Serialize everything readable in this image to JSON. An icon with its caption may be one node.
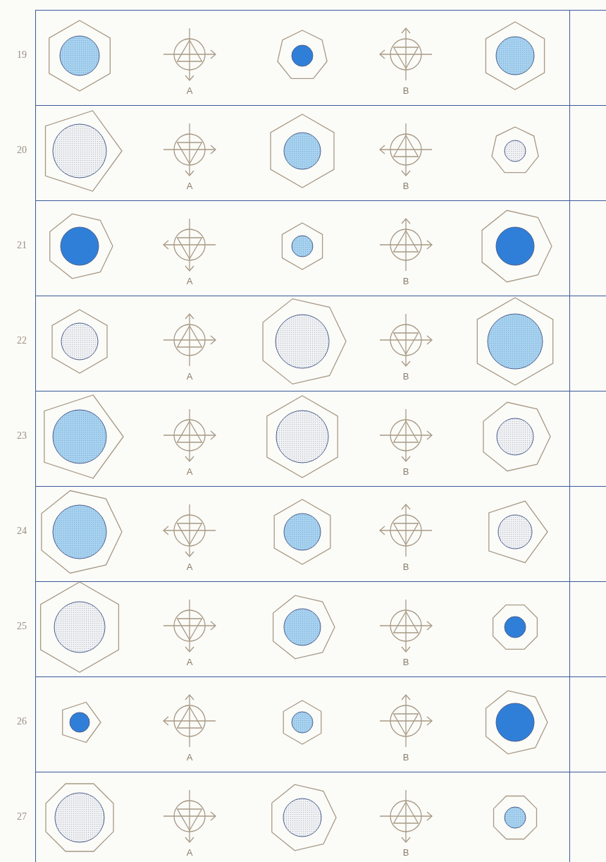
{
  "diagram": {
    "labels": [
      "19",
      "A",
      "B",
      "20",
      "A",
      "B",
      "21",
      "A",
      "B",
      "22",
      "A",
      "B",
      "23",
      "A",
      "B",
      "24",
      "A",
      "B",
      "25",
      "A",
      "B",
      "26",
      "A",
      "B",
      "27",
      "A",
      "B"
    ]
  }
}
